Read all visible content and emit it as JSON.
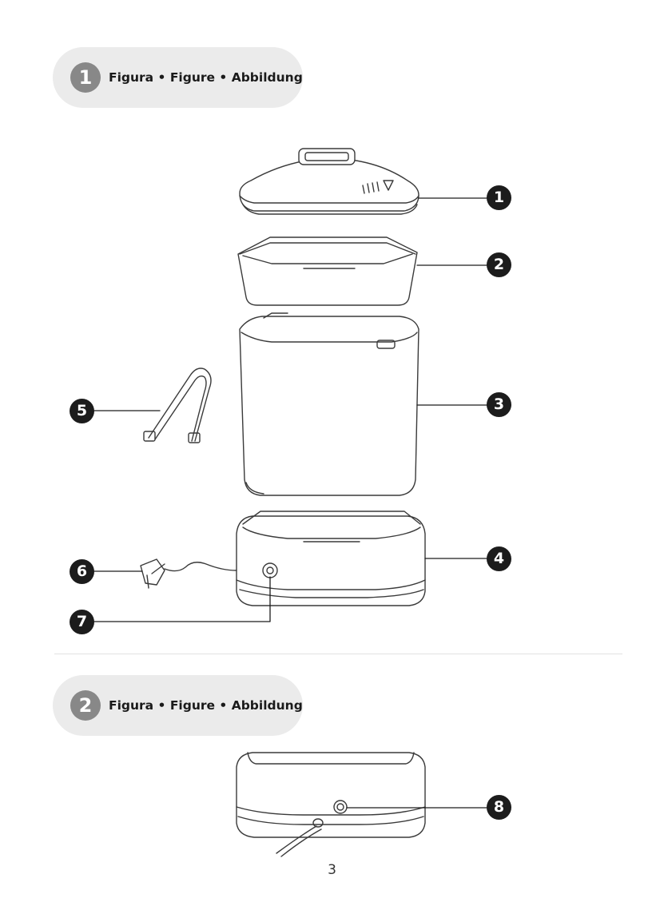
{
  "figure1": {
    "number": "1",
    "title": "Figura • Figure • Abbildung"
  },
  "figure2": {
    "number": "2",
    "title": "Figura • Figure • Abbildung"
  },
  "callouts": {
    "lid": "1",
    "basket": "2",
    "chamber": "3",
    "base": "4",
    "tongs": "5",
    "plug": "6",
    "button": "7",
    "socket": "8"
  },
  "page_number": "3"
}
